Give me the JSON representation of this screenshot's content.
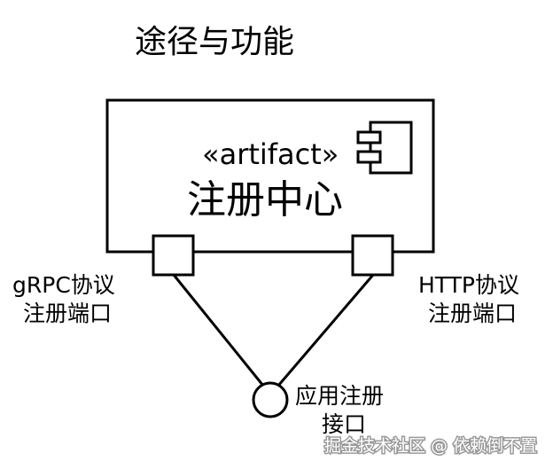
{
  "title": "途径与功能",
  "component": {
    "stereotype": "«artifact»",
    "name": "注册中心",
    "icon": "component-icon"
  },
  "ports": [
    {
      "label_line1": "gRPC协议",
      "label_line2": "注册端口"
    },
    {
      "label_line1": "HTTP协议",
      "label_line2": "注册端口"
    }
  ],
  "interface": {
    "label_line1": "应用注册",
    "label_line2": "接口"
  },
  "watermark": "掘金技术社区 @ 依赖倒不置"
}
